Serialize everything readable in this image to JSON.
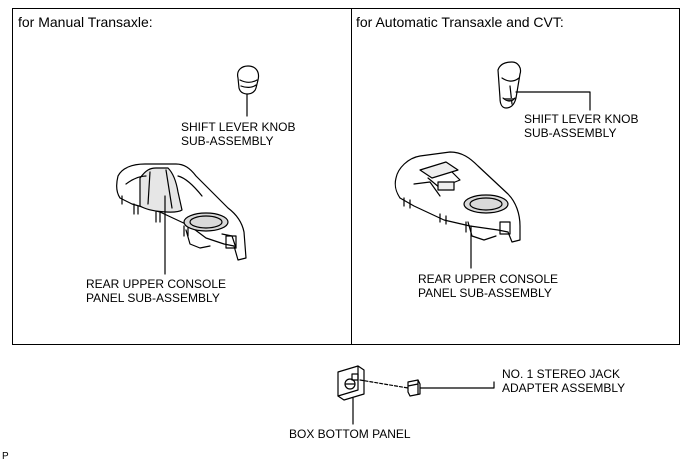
{
  "panels": {
    "manual": {
      "heading": "for Manual Transaxle:",
      "knob_label": [
        "SHIFT LEVER KNOB",
        "SUB-ASSEMBLY"
      ],
      "console_label": [
        "REAR UPPER CONSOLE",
        "PANEL SUB-ASSEMBLY"
      ]
    },
    "automatic": {
      "heading": "for Automatic Transaxle and CVT:",
      "knob_label": [
        "SHIFT LEVER KNOB",
        "SUB-ASSEMBLY"
      ],
      "console_label": [
        "REAR UPPER CONSOLE",
        "PANEL SUB-ASSEMBLY"
      ]
    }
  },
  "bottom": {
    "jack_label": [
      "NO. 1 STEREO JACK",
      "ADAPTER ASSEMBLY"
    ],
    "box_label": "BOX BOTTOM PANEL"
  },
  "footer_code": "P"
}
